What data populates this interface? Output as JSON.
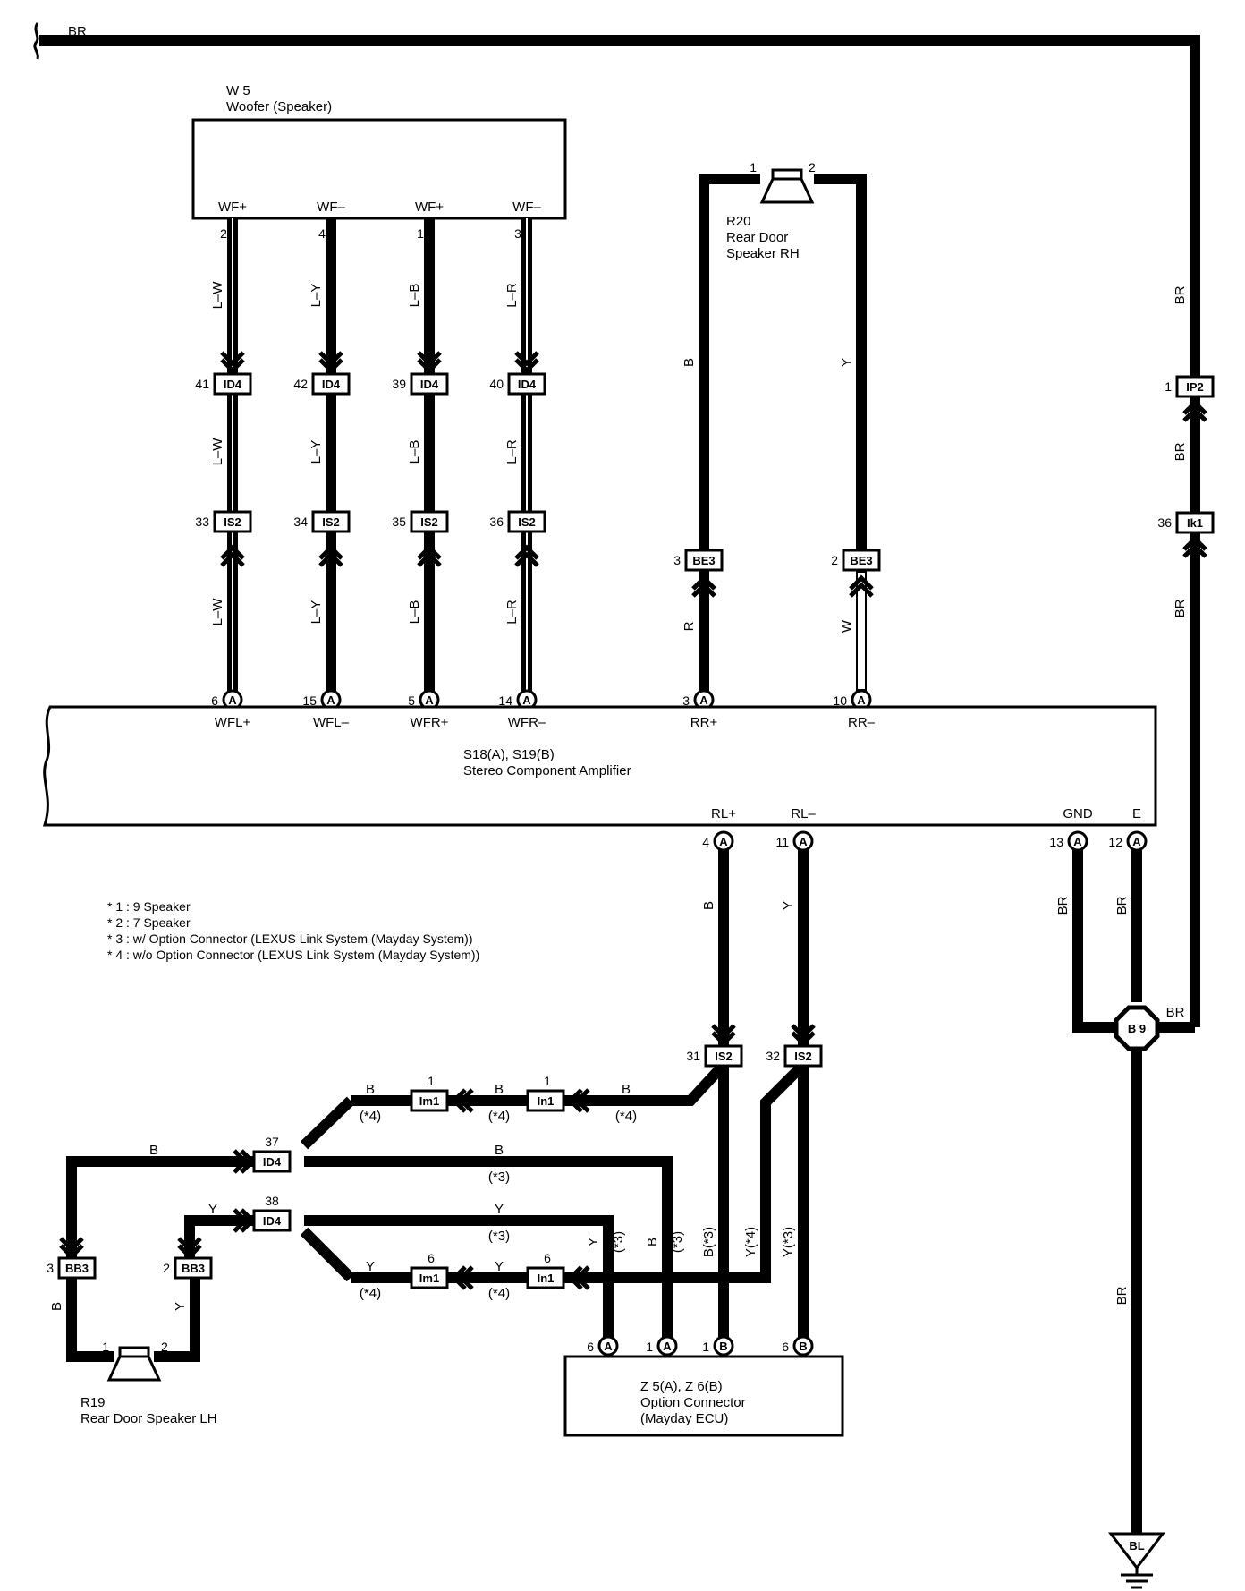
{
  "top_wire": "BR",
  "woofer": {
    "code": "W 5",
    "name": "Woofer (Speaker)",
    "terms": [
      "WF+",
      "WF–",
      "WF+",
      "WF–"
    ],
    "pins": [
      "2",
      "4",
      "1",
      "3"
    ]
  },
  "woofer_wires": {
    "colors": [
      "L–W",
      "L–Y",
      "L–B",
      "L–R"
    ],
    "id4_pins": [
      "41",
      "42",
      "39",
      "40"
    ],
    "is2_pins": [
      "33",
      "34",
      "35",
      "36"
    ],
    "amp_pins": [
      "6",
      "15",
      "5",
      "14"
    ]
  },
  "connectors": {
    "id4": "ID4",
    "is2": "IS2",
    "be3": "BE3",
    "ip2": "IP2",
    "ik1": "Ik1",
    "bb3": "BB3",
    "im1": "Im1",
    "in1": "In1",
    "a": "A",
    "b": "B",
    "b9": "B 9"
  },
  "r20": {
    "code": "R20",
    "line1": "Rear Door",
    "line2": "Speaker RH",
    "pin1": "1",
    "pin2": "2"
  },
  "rr_wires": {
    "b": "B",
    "y": "Y",
    "r": "R",
    "w": "W",
    "be3_left": "3",
    "be3_right": "2",
    "amp_left": "3",
    "amp_right": "10"
  },
  "br_wires": {
    "label": "BR",
    "ip2_pin": "1",
    "ik1_pin": "36"
  },
  "amplifier": {
    "code": "S18(A), S19(B)",
    "name": "Stereo Component Amplifier",
    "top_terms": [
      "WFL+",
      "WFL–",
      "WFR+",
      "WFR–",
      "RR+",
      "RR–"
    ],
    "bottom_terms": [
      "RL+",
      "RL–",
      "GND",
      "E"
    ],
    "bottom_pins": [
      "4",
      "11",
      "13",
      "12"
    ]
  },
  "notes": [
    "* 1 : 9 Speaker",
    "* 2 : 7 Speaker",
    "* 3 : w/ Option Connector (LEXUS Link System (Mayday System))",
    "* 4 : w/o Option Connector (LEXUS Link System (Mayday System))"
  ],
  "rl": {
    "b": "B",
    "y": "Y",
    "is2_left": "31",
    "is2_right": "32",
    "im1_upper_pin": "1",
    "in1_upper_pin": "1",
    "im1_lower_pin": "6",
    "in1_lower_pin": "6",
    "note3": "(*3)",
    "note4": "(*4)",
    "b_note3": "B(*3)",
    "y_note4": "Y(*4)",
    "y_note3": "Y(*3)",
    "id4_upper": "37",
    "id4_lower": "38",
    "bb3_left": "3",
    "bb3_right": "2"
  },
  "r19": {
    "code": "R19",
    "name": "Rear Door Speaker LH",
    "pin1": "1",
    "pin2": "2"
  },
  "option": {
    "line1": "Z 5(A), Z 6(B)",
    "line2": "Option Connector",
    "line3": "(Mayday ECU)",
    "pins": [
      "6",
      "1",
      "1",
      "6"
    ]
  },
  "ground": {
    "wire": "BR",
    "label": "BL"
  }
}
